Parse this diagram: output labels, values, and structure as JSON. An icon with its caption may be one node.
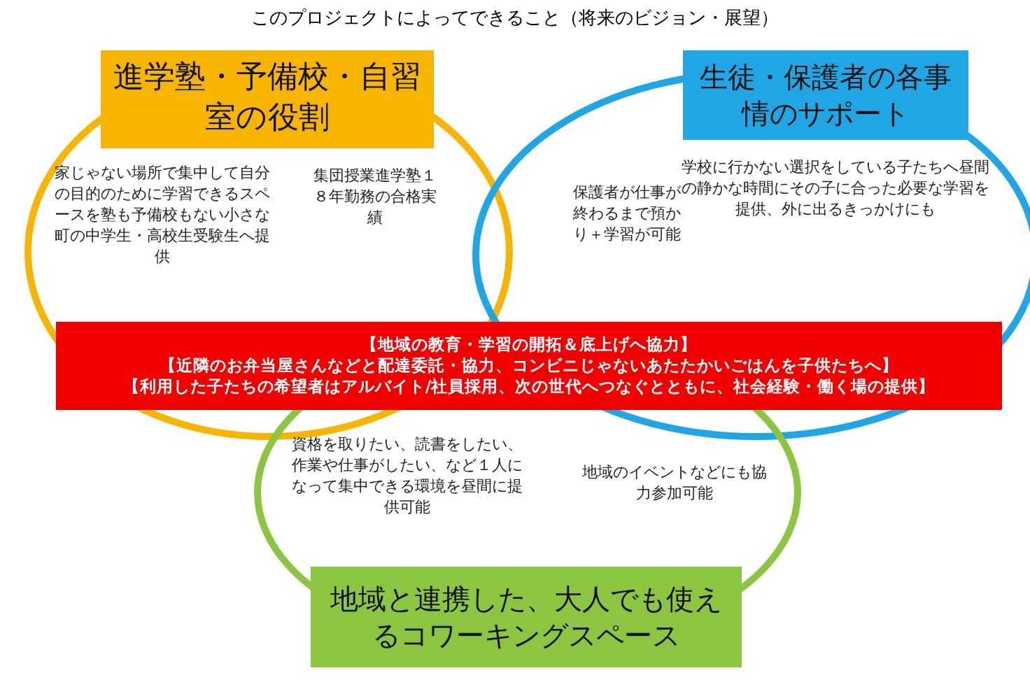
{
  "diagram": {
    "title": "このプロジェクトによってできること（将来のビジョン・展望）",
    "nodes": [
      {
        "text": [
          "進学塾・予備校・自習室の役割"
        ]
      },
      {
        "text": [
          "生徒・保護者の各事情のサポート"
        ]
      },
      {
        "text": [
          "【地域の教育・学習の開拓＆底上げへ協力】",
          "【近隣のお弁当屋さんなどと配達委託・協力、コンビニじゃないあたたかいごはんを子供たちへ】",
          "【利用した子たちの希望者はアルバイト/社員採用、次の世代へつなぐとともに、社会経験・働く場の提供】"
        ]
      },
      {
        "text": [
          "地域と連携した、大人でも使えるコワーキングスペース"
        ]
      }
    ],
    "labels": [
      "家じゃない場所で集中して自分の目的のために学習できるスペースを塾も予備校もない小さな町の中学生・高校生受験生へ提供",
      "集団授業進学塾１８年勤務の合格実績",
      "保護者が仕事が終わるまで預かり＋学習が可能",
      "学校に行かない選択をしている子たちへ昼間の静かな時間にその子に合った必要な学習を提供、外に出るきっかけにも",
      "資格を取りたい、読書をしたい、作業や仕事がしたい、など１人になって集中できる環境を昼間に提供可能",
      "地域のイベントなどにも協力参加可能"
    ]
  }
}
